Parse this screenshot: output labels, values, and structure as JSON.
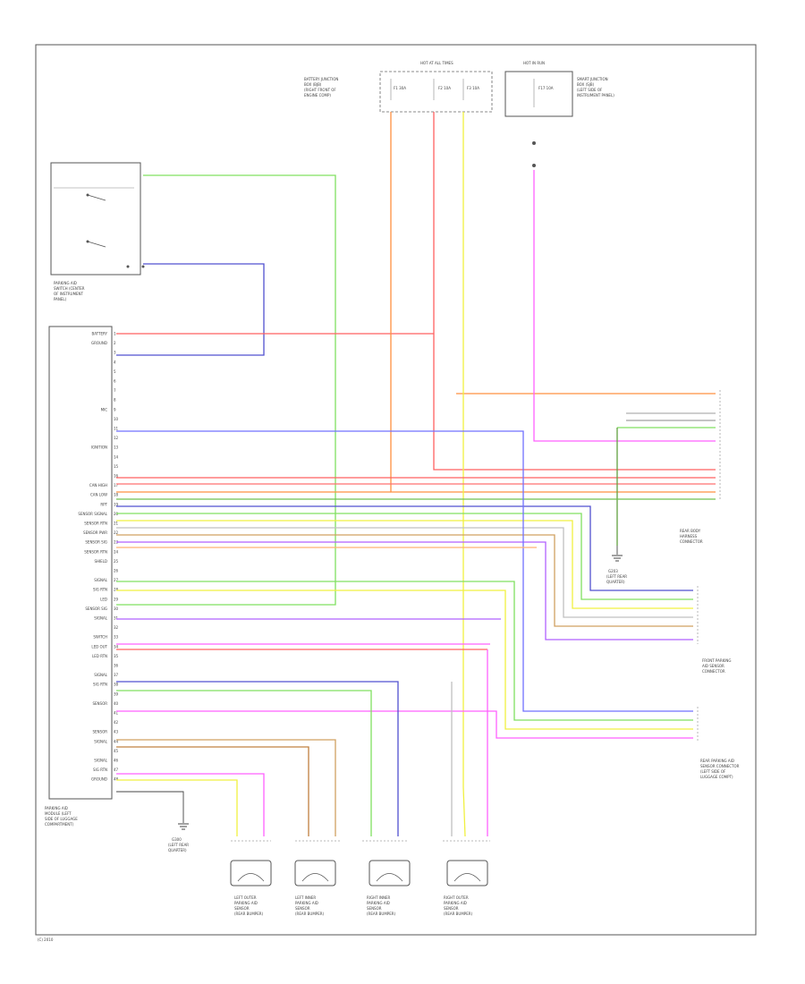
{
  "labels": {
    "top_left_fuse_block": [
      "BATTERY JUNCTION",
      "BOX (BJB)",
      "(RIGHT FRONT OF",
      "ENGINE COMP)"
    ],
    "fuse_a": "F1 30A",
    "fuse_b": "F2 10A",
    "fuse_c": "F3 10A",
    "hot_at_all_times": "HOT AT ALL TIMES",
    "hot_in_run": "HOT IN RUN",
    "central_junction_box": [
      "SMART JUNCTION",
      "BOX (SJB)",
      "(LEFT SIDE OF",
      "INSTRUMENT PANEL)"
    ],
    "fuse_d": "F17 10A",
    "switch_block": [
      "PARKING AID",
      "SWITCH (CENTER",
      "OF INSTRUMENT",
      "PANEL)"
    ],
    "module_label": [
      "PARKING AID",
      "MODULE (LEFT",
      "SIDE OF LUGGAGE",
      "COMPARTMENT)"
    ],
    "ground_label": [
      "G203",
      "(LEFT REAR",
      "QUARTER)"
    ],
    "right_connector_label": [
      "REAR BODY",
      "HARNESS",
      "CONNECTOR"
    ],
    "front_sensor_label": [
      "FRONT PARKING",
      "AID SENSOR",
      "CONNECTOR"
    ],
    "rear_sensor_label": [
      "REAR PARKING AID",
      "SENSOR CONNECTOR",
      "(LEFT SIDE OF",
      "LUGGAGE COMPT)"
    ],
    "bottom_ground": [
      "G300",
      "(LEFT REAR",
      "QUARTER)"
    ],
    "sensors": [
      [
        "LEFT OUTER",
        "PARKING AID",
        "SENSOR",
        "(REAR BUMPER)"
      ],
      [
        "LEFT INNER",
        "PARKING AID",
        "SENSOR",
        "(REAR BUMPER)"
      ],
      [
        "RIGHT INNER",
        "PARKING AID",
        "SENSOR",
        "(REAR BUMPER)"
      ],
      [
        "RIGHT OUTER",
        "PARKING AID",
        "SENSOR",
        "(REAR BUMPER)"
      ]
    ],
    "footer": "(C) 2010"
  },
  "pins": [
    "BATTERY",
    "GROUND",
    "",
    "",
    "",
    "",
    "",
    "",
    "MIC",
    "",
    "",
    "",
    "IGNITION",
    "",
    "",
    "",
    "CAN HIGH",
    "CAN LOW",
    "RPT",
    "SENSOR SIGNAL",
    "SENSOR RTN",
    "SENSOR PWR",
    "SENSOR SIG",
    "SENSOR RTN",
    "SHIELD",
    "",
    "SIGNAL",
    "SIG RTN",
    "LED",
    "SENSOR SIG",
    "SIGNAL",
    "",
    "SWITCH",
    "LED OUT",
    "LED RTN",
    "",
    "SIGNAL",
    "SIG RTN",
    "",
    "SENSOR",
    "",
    "",
    "SENSOR",
    "SIGNAL",
    "",
    "SIGNAL",
    "SIG RTN",
    "GROUND"
  ],
  "wire_colors": {
    "green": "#80e060",
    "blue": "#5050d0",
    "red": "#ff6060",
    "orange": "#ff9040",
    "pink": "#ff60ff",
    "yellow": "#f0f040",
    "gray": "#b0b0b0",
    "tan": "#d0a060",
    "brown": "#c08040",
    "violet": "#b060ff"
  }
}
